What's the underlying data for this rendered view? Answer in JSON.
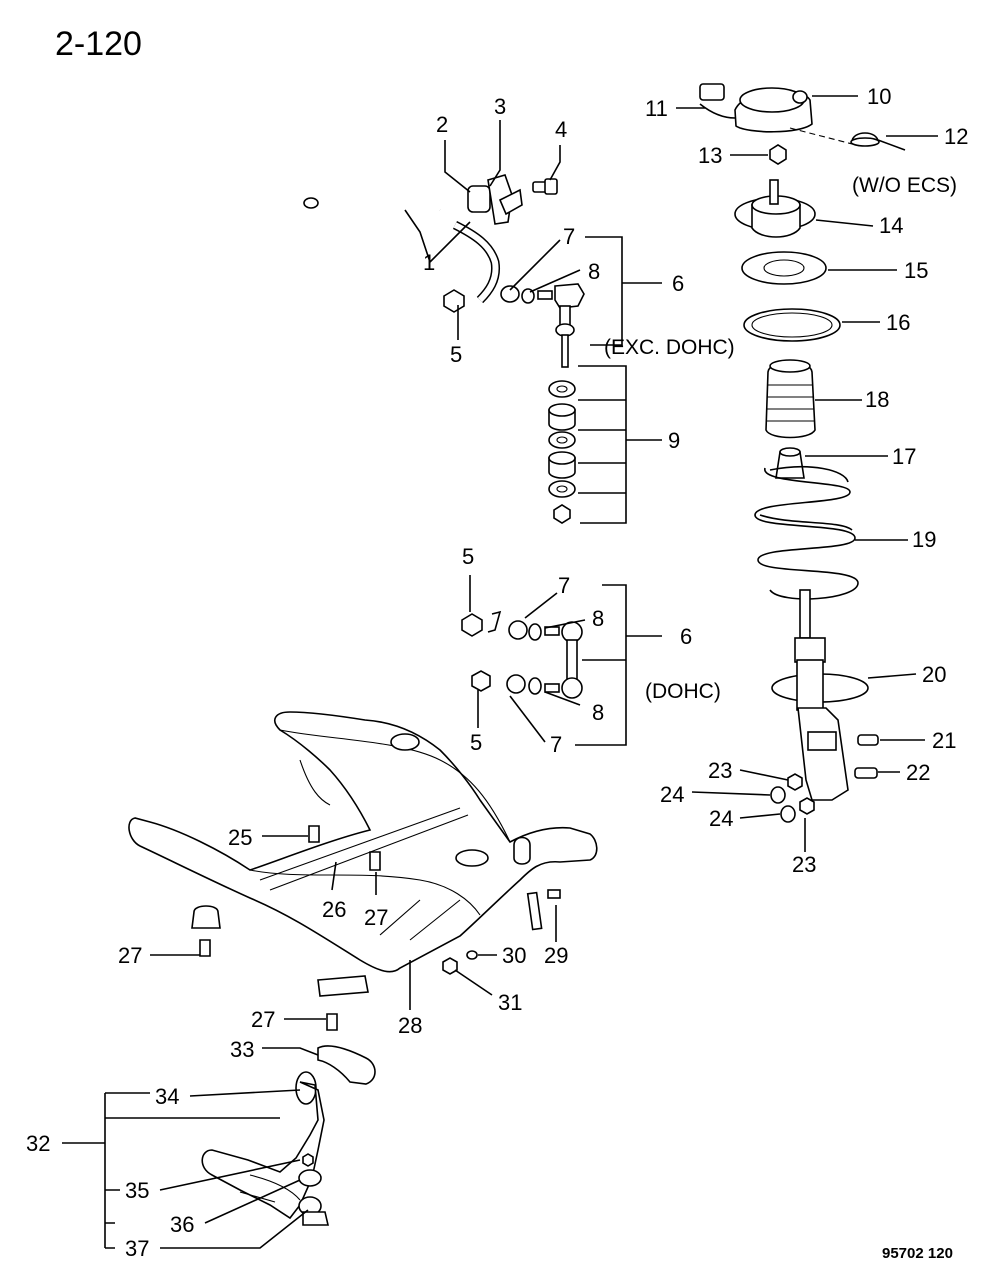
{
  "page_number": "2-120",
  "drawing_code": "95702 120",
  "notes": {
    "wo_ecs": "(W/O ECS)",
    "exc_dohc": "(EXC. DOHC)",
    "dohc": "(DOHC)"
  },
  "callouts": [
    "1",
    "2",
    "3",
    "4",
    "5",
    "6",
    "7",
    "8",
    "9",
    "10",
    "11",
    "12",
    "13",
    "14",
    "15",
    "16",
    "17",
    "18",
    "19",
    "20",
    "21",
    "22",
    "23",
    "24",
    "25",
    "26",
    "27",
    "28",
    "29",
    "30",
    "31",
    "32",
    "33",
    "34",
    "35",
    "36",
    "37"
  ]
}
